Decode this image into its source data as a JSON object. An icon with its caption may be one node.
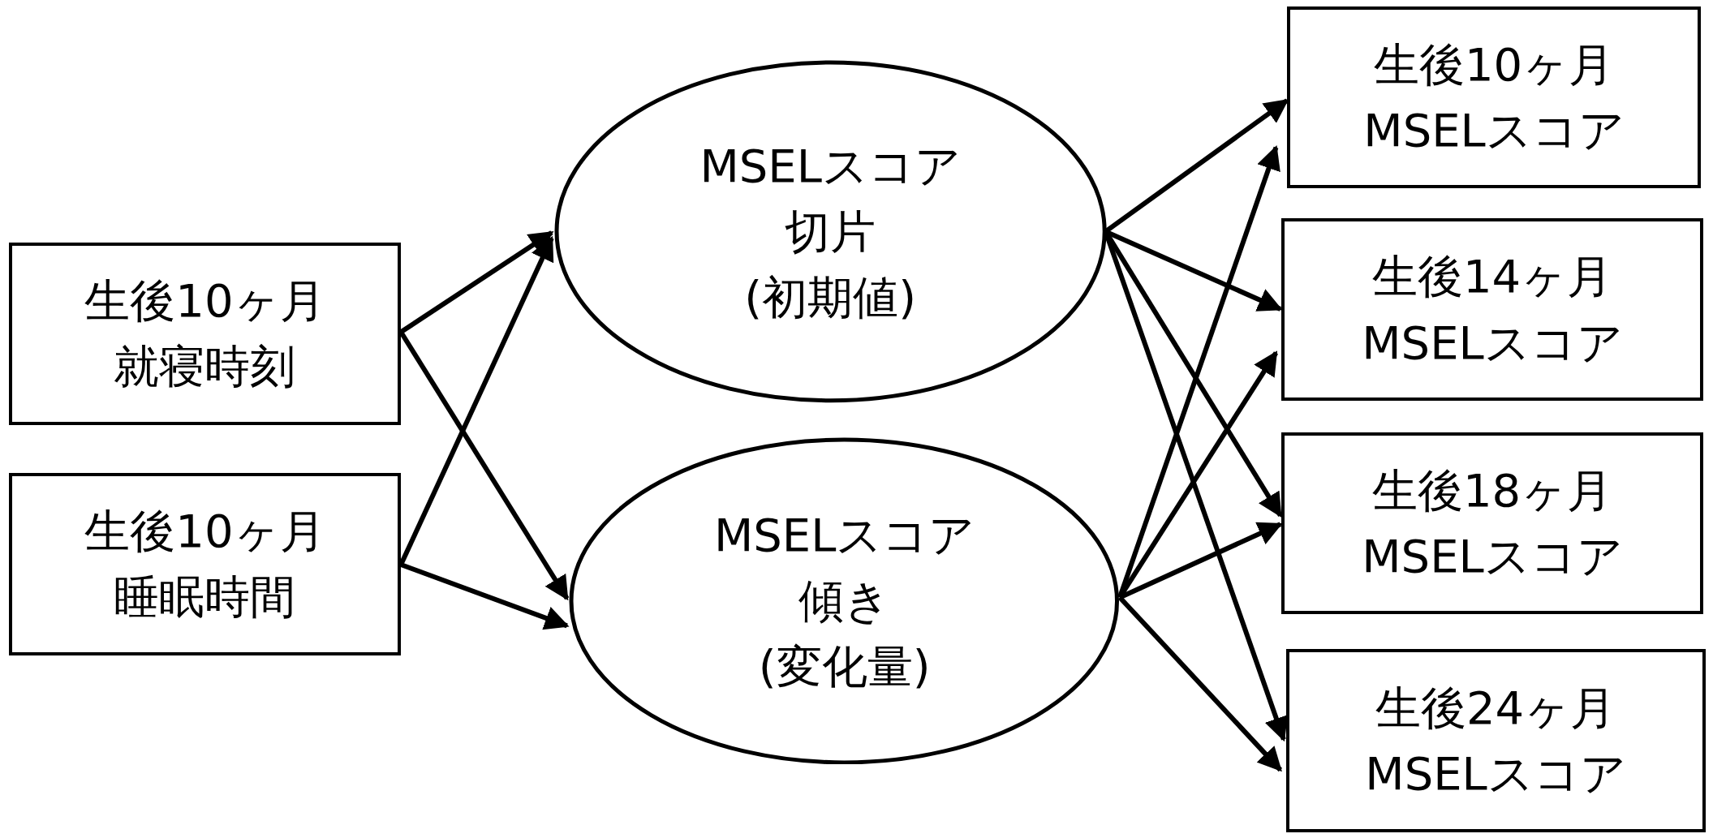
{
  "diagram": {
    "nodes": [
      {
        "text": [
          "生後10ヶ月就寝時刻"
        ]
      },
      {
        "text": [
          "生後10ヶ月睡眠時間"
        ]
      },
      {
        "text": [
          "MSELスコア切片(初期値)"
        ]
      },
      {
        "text": [
          "MSELスコア傾き(変化量)"
        ]
      },
      {
        "text": [
          "生後10ヶ月MSELスコア"
        ]
      },
      {
        "text": [
          "生後14ヶ月MSELスコア"
        ]
      },
      {
        "text": [
          "生後18ヶ月MSELスコア"
        ]
      },
      {
        "text": [
          "生後24ヶ月MSELスコア"
        ]
      }
    ],
    "edges": [
      {
        "from": 0,
        "to": 2,
        "arrow": "to"
      },
      {
        "from": 0,
        "to": 3,
        "arrow": "to"
      },
      {
        "from": 1,
        "to": 2,
        "arrow": "to"
      },
      {
        "from": 1,
        "to": 3,
        "arrow": "to"
      },
      {
        "from": 2,
        "to": 4,
        "arrow": "to"
      },
      {
        "from": 2,
        "to": 5,
        "arrow": "to"
      },
      {
        "from": 2,
        "to": 6,
        "arrow": "to"
      },
      {
        "from": 2,
        "to": 7,
        "arrow": "to"
      },
      {
        "from": 3,
        "to": 4,
        "arrow": "to"
      },
      {
        "from": 3,
        "to": 5,
        "arrow": "to"
      },
      {
        "from": 3,
        "to": 6,
        "arrow": "to"
      },
      {
        "from": 3,
        "to": 7,
        "arrow": "to"
      }
    ]
  }
}
